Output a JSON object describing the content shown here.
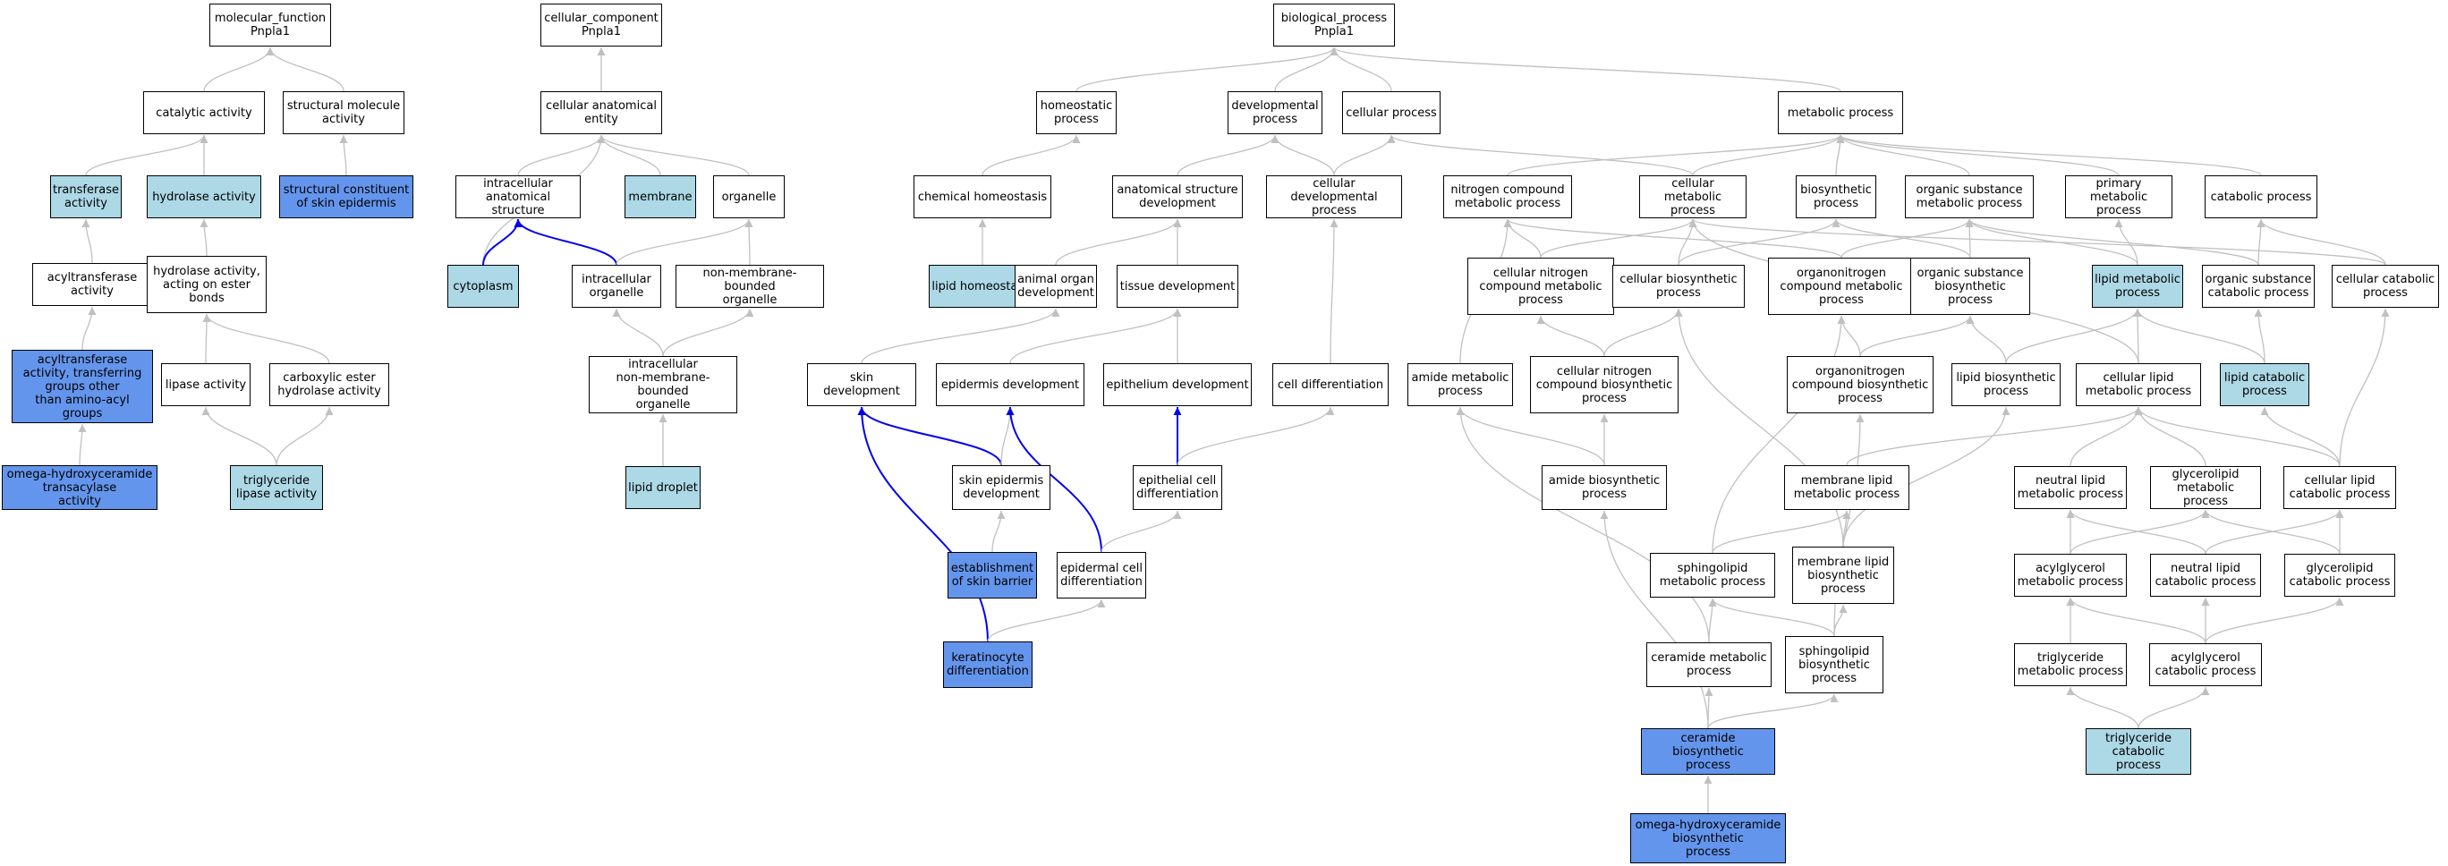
{
  "diagram": {
    "colors": {
      "edge_gray": "#c0c0c0",
      "edge_blue": "#0000ee",
      "light": "#add8e6",
      "dark": "#6495ed",
      "plain": "#ffffff"
    },
    "nodes": [
      {
        "id": "mf",
        "label": "molecular_function\nPnpla1",
        "fill": "plain"
      },
      {
        "id": "cc",
        "label": "cellular_component\nPnpla1",
        "fill": "plain"
      },
      {
        "id": "bp",
        "label": "biological_process\nPnpla1",
        "fill": "plain"
      },
      {
        "id": "catact",
        "label": "catalytic activity",
        "fill": "plain"
      },
      {
        "id": "structmol",
        "label": "structural molecule\nactivity",
        "fill": "plain"
      },
      {
        "id": "transf",
        "label": "transferase\nactivity",
        "fill": "light"
      },
      {
        "id": "hydrol",
        "label": "hydrolase activity",
        "fill": "light"
      },
      {
        "id": "structskin",
        "label": "structural constituent\nof skin epidermis",
        "fill": "dark"
      },
      {
        "id": "acyltr",
        "label": "acyltransferase\nactivity",
        "fill": "plain"
      },
      {
        "id": "hydroester",
        "label": "hydrolase activity,\nacting on ester\nbonds",
        "fill": "plain"
      },
      {
        "id": "acyltrfull",
        "label": "acyltransferase\nactivity, transferring\ngroups other\nthan amino-acyl\ngroups",
        "fill": "dark"
      },
      {
        "id": "lipase",
        "label": "lipase activity",
        "fill": "plain"
      },
      {
        "id": "carbox",
        "label": "carboxylic ester\nhydrolase activity",
        "fill": "plain"
      },
      {
        "id": "omegatrans",
        "label": "omega-hydroxyceramide\ntransacylase\nactivity",
        "fill": "dark"
      },
      {
        "id": "tglipase",
        "label": "triglyceride\nlipase activity",
        "fill": "light"
      },
      {
        "id": "cellanat",
        "label": "cellular anatomical\nentity",
        "fill": "plain"
      },
      {
        "id": "intraanat",
        "label": "intracellular\nanatomical structure",
        "fill": "plain"
      },
      {
        "id": "membrane",
        "label": "membrane",
        "fill": "light"
      },
      {
        "id": "organelle",
        "label": "organelle",
        "fill": "plain"
      },
      {
        "id": "cytoplasm",
        "label": "cytoplasm",
        "fill": "light"
      },
      {
        "id": "intraorg",
        "label": "intracellular\norganelle",
        "fill": "plain"
      },
      {
        "id": "nonmemorg",
        "label": "non-membrane-bounded\norganelle",
        "fill": "plain"
      },
      {
        "id": "intranonmem",
        "label": "intracellular\nnon-membrane-bounded\norganelle",
        "fill": "plain"
      },
      {
        "id": "lipiddrop",
        "label": "lipid droplet",
        "fill": "light"
      },
      {
        "id": "homeo",
        "label": "homeostatic\nprocess",
        "fill": "plain"
      },
      {
        "id": "devproc",
        "label": "developmental\nprocess",
        "fill": "plain"
      },
      {
        "id": "cellproc",
        "label": "cellular process",
        "fill": "plain"
      },
      {
        "id": "metab",
        "label": "metabolic process",
        "fill": "plain"
      },
      {
        "id": "chemhomeo",
        "label": "chemical homeostasis",
        "fill": "plain"
      },
      {
        "id": "anatdev",
        "label": "anatomical structure\ndevelopment",
        "fill": "plain"
      },
      {
        "id": "celldevproc",
        "label": "cellular developmental\nprocess",
        "fill": "plain"
      },
      {
        "id": "lipidhomeo",
        "label": "lipid homeostasis",
        "fill": "light"
      },
      {
        "id": "animorgan",
        "label": "animal organ\ndevelopment",
        "fill": "plain"
      },
      {
        "id": "tissuedev",
        "label": "tissue development",
        "fill": "plain"
      },
      {
        "id": "skindev",
        "label": "skin development",
        "fill": "plain"
      },
      {
        "id": "epiddev",
        "label": "epidermis development",
        "fill": "plain"
      },
      {
        "id": "epithdev",
        "label": "epithelium development",
        "fill": "plain"
      },
      {
        "id": "celldiff",
        "label": "cell differentiation",
        "fill": "plain"
      },
      {
        "id": "skinepid",
        "label": "skin epidermis\ndevelopment",
        "fill": "plain"
      },
      {
        "id": "epithcell",
        "label": "epithelial cell\ndifferentiation",
        "fill": "plain"
      },
      {
        "id": "barrier",
        "label": "establishment\nof skin barrier",
        "fill": "dark"
      },
      {
        "id": "epidcell",
        "label": "epidermal cell\ndifferentiation",
        "fill": "plain"
      },
      {
        "id": "kerat",
        "label": "keratinocyte\ndifferentiation",
        "fill": "dark"
      },
      {
        "id": "nitrog",
        "label": "nitrogen compound\nmetabolic process",
        "fill": "plain"
      },
      {
        "id": "cellmetab",
        "label": "cellular metabolic\nprocess",
        "fill": "plain"
      },
      {
        "id": "biosyn",
        "label": "biosynthetic\nprocess",
        "fill": "plain"
      },
      {
        "id": "orgsub",
        "label": "organic substance\nmetabolic process",
        "fill": "plain"
      },
      {
        "id": "primmetab",
        "label": "primary metabolic\nprocess",
        "fill": "plain"
      },
      {
        "id": "catab",
        "label": "catabolic process",
        "fill": "plain"
      },
      {
        "id": "cellnitro",
        "label": "cellular nitrogen\ncompound metabolic\nprocess",
        "fill": "plain"
      },
      {
        "id": "cellbiosyn",
        "label": "cellular biosynthetic\nprocess",
        "fill": "plain"
      },
      {
        "id": "orgnitro",
        "label": "organonitrogen\ncompound metabolic\nprocess",
        "fill": "plain"
      },
      {
        "id": "orgsubbio",
        "label": "organic substance\nbiosynthetic\nprocess",
        "fill": "plain"
      },
      {
        "id": "lipidmetab",
        "label": "lipid metabolic\nprocess",
        "fill": "light"
      },
      {
        "id": "orgsubcat",
        "label": "organic substance\ncatabolic process",
        "fill": "plain"
      },
      {
        "id": "cellcat",
        "label": "cellular catabolic\nprocess",
        "fill": "plain"
      },
      {
        "id": "amidemetab",
        "label": "amide metabolic\nprocess",
        "fill": "plain"
      },
      {
        "id": "cellnitrobio",
        "label": "cellular nitrogen\ncompound biosynthetic\nprocess",
        "fill": "plain"
      },
      {
        "id": "orgnitrobio",
        "label": "organonitrogen\ncompound biosynthetic\nprocess",
        "fill": "plain"
      },
      {
        "id": "lipidbio",
        "label": "lipid biosynthetic\nprocess",
        "fill": "plain"
      },
      {
        "id": "celllipid",
        "label": "cellular lipid\nmetabolic process",
        "fill": "plain"
      },
      {
        "id": "lipidcat",
        "label": "lipid catabolic\nprocess",
        "fill": "light"
      },
      {
        "id": "amidebio",
        "label": "amide biosynthetic\nprocess",
        "fill": "plain"
      },
      {
        "id": "memlipid",
        "label": "membrane lipid\nmetabolic process",
        "fill": "plain"
      },
      {
        "id": "neutlipid",
        "label": "neutral lipid\nmetabolic process",
        "fill": "plain"
      },
      {
        "id": "glycero",
        "label": "glycerolipid\nmetabolic process",
        "fill": "plain"
      },
      {
        "id": "celllipidcat",
        "label": "cellular lipid\ncatabolic process",
        "fill": "plain"
      },
      {
        "id": "sphingo",
        "label": "sphingolipid\nmetabolic process",
        "fill": "plain"
      },
      {
        "id": "memlipidbio",
        "label": "membrane lipid\nbiosynthetic\nprocess",
        "fill": "plain"
      },
      {
        "id": "acylgly",
        "label": "acylglycerol\nmetabolic process",
        "fill": "plain"
      },
      {
        "id": "neutlipidcat",
        "label": "neutral lipid\ncatabolic process",
        "fill": "plain"
      },
      {
        "id": "glycerocat",
        "label": "glycerolipid\ncatabolic process",
        "fill": "plain"
      },
      {
        "id": "ceramide",
        "label": "ceramide metabolic\nprocess",
        "fill": "plain"
      },
      {
        "id": "sphingobio",
        "label": "sphingolipid\nbiosynthetic\nprocess",
        "fill": "plain"
      },
      {
        "id": "trigmetab",
        "label": "triglyceride\nmetabolic process",
        "fill": "plain"
      },
      {
        "id": "acylglycat",
        "label": "acylglycerol\ncatabolic process",
        "fill": "plain"
      },
      {
        "id": "ceramidebio",
        "label": "ceramide biosynthetic\nprocess",
        "fill": "dark"
      },
      {
        "id": "trigcat",
        "label": "triglyceride\ncatabolic process",
        "fill": "light"
      },
      {
        "id": "omegabio",
        "label": "omega-hydroxyceramide\nbiosynthetic\nprocess",
        "fill": "dark"
      }
    ],
    "edges": [
      [
        "catact",
        "mf",
        "gray"
      ],
      [
        "structmol",
        "mf",
        "gray"
      ],
      [
        "transf",
        "catact",
        "gray"
      ],
      [
        "hydrol",
        "catact",
        "gray"
      ],
      [
        "structskin",
        "structmol",
        "gray"
      ],
      [
        "acyltr",
        "transf",
        "gray"
      ],
      [
        "hydroester",
        "hydrol",
        "gray"
      ],
      [
        "acyltrfull",
        "acyltr",
        "gray"
      ],
      [
        "omegatrans",
        "acyltrfull",
        "gray"
      ],
      [
        "lipase",
        "hydroester",
        "gray"
      ],
      [
        "carbox",
        "hydroester",
        "gray"
      ],
      [
        "tglipase",
        "lipase",
        "gray"
      ],
      [
        "tglipase",
        "carbox",
        "gray"
      ],
      [
        "cellanat",
        "cc",
        "gray"
      ],
      [
        "intraanat",
        "cellanat",
        "gray"
      ],
      [
        "membrane",
        "cellanat",
        "gray"
      ],
      [
        "organelle",
        "cellanat",
        "gray"
      ],
      [
        "cytoplasm",
        "cellanat",
        "gray"
      ],
      [
        "cytoplasm",
        "intraanat",
        "blue"
      ],
      [
        "intraorg",
        "intraanat",
        "blue"
      ],
      [
        "intraorg",
        "organelle",
        "gray"
      ],
      [
        "nonmemorg",
        "organelle",
        "gray"
      ],
      [
        "intranonmem",
        "intraorg",
        "gray"
      ],
      [
        "intranonmem",
        "nonmemorg",
        "gray"
      ],
      [
        "lipiddrop",
        "intranonmem",
        "gray"
      ],
      [
        "homeo",
        "bp",
        "gray"
      ],
      [
        "devproc",
        "bp",
        "gray"
      ],
      [
        "cellproc",
        "bp",
        "gray"
      ],
      [
        "metab",
        "bp",
        "gray"
      ],
      [
        "chemhomeo",
        "homeo",
        "gray"
      ],
      [
        "lipidhomeo",
        "chemhomeo",
        "gray"
      ],
      [
        "anatdev",
        "devproc",
        "gray"
      ],
      [
        "celldevproc",
        "devproc",
        "gray"
      ],
      [
        "celldevproc",
        "cellproc",
        "gray"
      ],
      [
        "animorgan",
        "anatdev",
        "gray"
      ],
      [
        "tissuedev",
        "anatdev",
        "gray"
      ],
      [
        "skindev",
        "animorgan",
        "gray"
      ],
      [
        "epiddev",
        "tissuedev",
        "gray"
      ],
      [
        "epithdev",
        "tissuedev",
        "gray"
      ],
      [
        "celldiff",
        "celldevproc",
        "gray"
      ],
      [
        "skinepid",
        "skindev",
        "blue"
      ],
      [
        "skinepid",
        "epiddev",
        "gray"
      ],
      [
        "epithcell",
        "epithdev",
        "blue"
      ],
      [
        "epithcell",
        "celldiff",
        "gray"
      ],
      [
        "barrier",
        "skinepid",
        "gray"
      ],
      [
        "epidcell",
        "epiddev",
        "blue"
      ],
      [
        "epidcell",
        "epithcell",
        "gray"
      ],
      [
        "kerat",
        "skindev",
        "blue"
      ],
      [
        "kerat",
        "epidcell",
        "gray"
      ],
      [
        "nitrog",
        "metab",
        "gray"
      ],
      [
        "cellmetab",
        "metab",
        "gray"
      ],
      [
        "cellmetab",
        "cellproc",
        "gray"
      ],
      [
        "biosyn",
        "metab",
        "gray"
      ],
      [
        "orgsub",
        "metab",
        "gray"
      ],
      [
        "primmetab",
        "metab",
        "gray"
      ],
      [
        "catab",
        "metab",
        "gray"
      ],
      [
        "cellnitro",
        "nitrog",
        "gray"
      ],
      [
        "cellnitro",
        "cellmetab",
        "gray"
      ],
      [
        "cellbiosyn",
        "cellmetab",
        "gray"
      ],
      [
        "cellbiosyn",
        "biosyn",
        "gray"
      ],
      [
        "orgnitro",
        "nitrog",
        "gray"
      ],
      [
        "orgnitro",
        "orgsub",
        "gray"
      ],
      [
        "orgsubbio",
        "orgsub",
        "gray"
      ],
      [
        "orgsubbio",
        "biosyn",
        "gray"
      ],
      [
        "lipidmetab",
        "orgsub",
        "gray"
      ],
      [
        "lipidmetab",
        "primmetab",
        "gray"
      ],
      [
        "orgsubcat",
        "orgsub",
        "gray"
      ],
      [
        "orgsubcat",
        "catab",
        "gray"
      ],
      [
        "cellcat",
        "cellmetab",
        "gray"
      ],
      [
        "cellcat",
        "catab",
        "gray"
      ],
      [
        "amidemetab",
        "nitrog",
        "gray"
      ],
      [
        "cellnitrobio",
        "cellnitro",
        "gray"
      ],
      [
        "cellnitrobio",
        "cellbiosyn",
        "gray"
      ],
      [
        "orgnitrobio",
        "orgnitro",
        "gray"
      ],
      [
        "orgnitrobio",
        "orgsubbio",
        "gray"
      ],
      [
        "lipidbio",
        "lipidmetab",
        "gray"
      ],
      [
        "lipidbio",
        "orgsubbio",
        "gray"
      ],
      [
        "celllipid",
        "lipidmetab",
        "gray"
      ],
      [
        "celllipid",
        "cellmetab",
        "gray"
      ],
      [
        "lipidcat",
        "lipidmetab",
        "gray"
      ],
      [
        "lipidcat",
        "orgsubcat",
        "gray"
      ],
      [
        "amidebio",
        "amidemetab",
        "gray"
      ],
      [
        "amidebio",
        "cellnitrobio",
        "gray"
      ],
      [
        "memlipid",
        "celllipid",
        "gray"
      ],
      [
        "neutlipid",
        "celllipid",
        "gray"
      ],
      [
        "glycero",
        "celllipid",
        "gray"
      ],
      [
        "celllipidcat",
        "celllipid",
        "gray"
      ],
      [
        "celllipidcat",
        "lipidcat",
        "gray"
      ],
      [
        "celllipidcat",
        "cellcat",
        "gray"
      ],
      [
        "sphingo",
        "memlipid",
        "gray"
      ],
      [
        "sphingo",
        "orgnitro",
        "gray"
      ],
      [
        "memlipidbio",
        "memlipid",
        "gray"
      ],
      [
        "memlipidbio",
        "lipidbio",
        "gray"
      ],
      [
        "memlipidbio",
        "cellbiosyn",
        "gray"
      ],
      [
        "acylgly",
        "neutlipid",
        "gray"
      ],
      [
        "acylgly",
        "glycero",
        "gray"
      ],
      [
        "neutlipidcat",
        "neutlipid",
        "gray"
      ],
      [
        "neutlipidcat",
        "celllipidcat",
        "gray"
      ],
      [
        "glycerocat",
        "glycero",
        "gray"
      ],
      [
        "glycerocat",
        "celllipidcat",
        "gray"
      ],
      [
        "ceramide",
        "sphingo",
        "gray"
      ],
      [
        "ceramide",
        "amidemetab",
        "gray"
      ],
      [
        "sphingobio",
        "sphingo",
        "gray"
      ],
      [
        "sphingobio",
        "memlipidbio",
        "gray"
      ],
      [
        "sphingobio",
        "orgnitrobio",
        "gray"
      ],
      [
        "trigmetab",
        "acylgly",
        "gray"
      ],
      [
        "acylglycat",
        "acylgly",
        "gray"
      ],
      [
        "acylglycat",
        "neutlipidcat",
        "gray"
      ],
      [
        "acylglycat",
        "glycerocat",
        "gray"
      ],
      [
        "ceramidebio",
        "ceramide",
        "gray"
      ],
      [
        "ceramidebio",
        "sphingobio",
        "gray"
      ],
      [
        "ceramidebio",
        "amidebio",
        "gray"
      ],
      [
        "trigcat",
        "trigmetab",
        "gray"
      ],
      [
        "trigcat",
        "acylglycat",
        "gray"
      ],
      [
        "omegabio",
        "ceramidebio",
        "gray"
      ]
    ]
  }
}
